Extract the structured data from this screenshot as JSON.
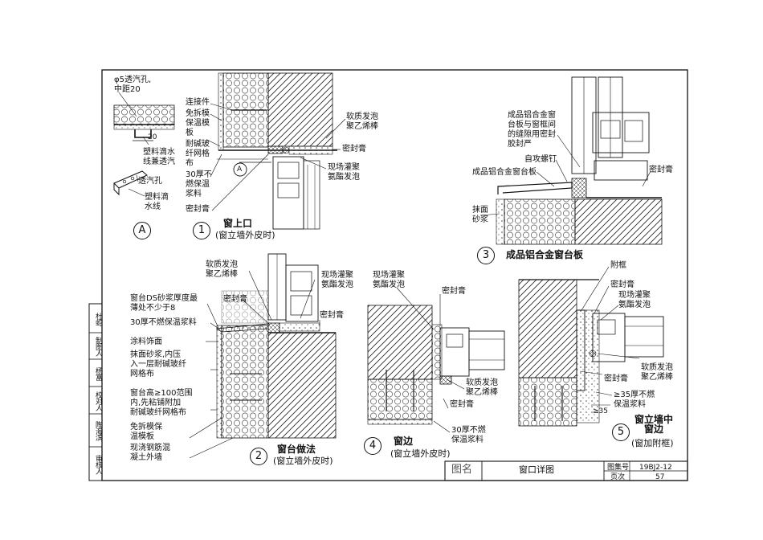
{
  "detail_A": {
    "callout": "A",
    "labels": {
      "vent_hole_spec": "φ5透汽孔,\n中距20",
      "dim_20": "20",
      "drip_line": "塑料滴水\n线兼透汽",
      "vent_hole": "透汽孔",
      "drip_line_2": "塑料滴\n水线"
    }
  },
  "detail_1": {
    "number": "1",
    "title": "窗上口",
    "subtitle": "(窗立墙外皮时)",
    "labels": {
      "connector": "连接件",
      "formwork": "免拆模\n保温模\n板",
      "mesh": "耐碱玻\n纤网格\n布",
      "slurry": "30厚不\n燃保温\n浆料",
      "sealant_left": "密封膏",
      "foam_rod": "软质发泡\n聚乙烯棒",
      "sealant_right": "密封膏",
      "pu_foam": "现场灌聚\n氨酯发泡",
      "callout_a": "A"
    }
  },
  "detail_3": {
    "number": "3",
    "title": "成品铝合金窗台板",
    "labels": {
      "seam_note": "成品铝合金窗\n台板与窗框间\n的缝隙用密封\n胶封严",
      "screw": "自攻螺钉",
      "sill_board": "成品铝合金窗台板",
      "sealant": "密封膏",
      "plaster": "抹面\n砂浆"
    }
  },
  "detail_2": {
    "number": "2",
    "title": "窗台做法",
    "subtitle": "(窗立墙外皮时)",
    "labels": {
      "foam_rod": "软质发泡\n聚乙烯棒",
      "pu_foam": "现场灌聚\n氨酯发泡",
      "sealant_top": "密封膏",
      "sealant_right": "密封膏",
      "ds_mortar": "窗台DS砂浆厚度最\n薄处不少于8",
      "slurry": "30厚不燃保温浆料",
      "finish": "涂料饰面",
      "plaster": "抹面砂浆,内压\n入一层耐碱玻纤\n网格布",
      "sill_height": "窗台高≥100范围\n内,先粘铺附加\n耐碱玻纤网格布",
      "formwork": "免拆模保\n温模板",
      "wall": "现浇钢筋混\n凝土外墙"
    }
  },
  "detail_4": {
    "number": "4",
    "title": "窗边",
    "subtitle": "(窗立墙外皮时)",
    "labels": {
      "pu_foam": "现场灌聚\n氨酯发泡",
      "sealant_top": "密封膏",
      "foam_rod": "软质发泡\n聚乙烯棒",
      "sealant_bottom": "密封膏",
      "slurry": "30厚不燃\n保温浆料"
    }
  },
  "detail_5": {
    "number": "5",
    "title": "窗立墙中\n窗边",
    "subtitle": "(窗加附框)",
    "labels": {
      "sub_frame": "附框",
      "sealant_top": "密封膏",
      "pu_foam": "现场灌聚\n氨酯发泡",
      "foam_rod": "软质发泡\n聚乙烯棒",
      "sealant_bottom": "密封膏",
      "slurry": "≥35厚不燃\n保温浆料",
      "dim_35": "≥35"
    }
  },
  "title_block": {
    "drawing_name_label": "图名",
    "drawing_name": "窗口详图",
    "atlas_no_label": "图集号",
    "atlas_no": "19BJ2-12",
    "page_label": "页次",
    "page": "57"
  },
  "side_column": [
    "审核人",
    "陶海滨",
    "校对人",
    "杨富",
    "制图人",
    "杜蛇"
  ]
}
